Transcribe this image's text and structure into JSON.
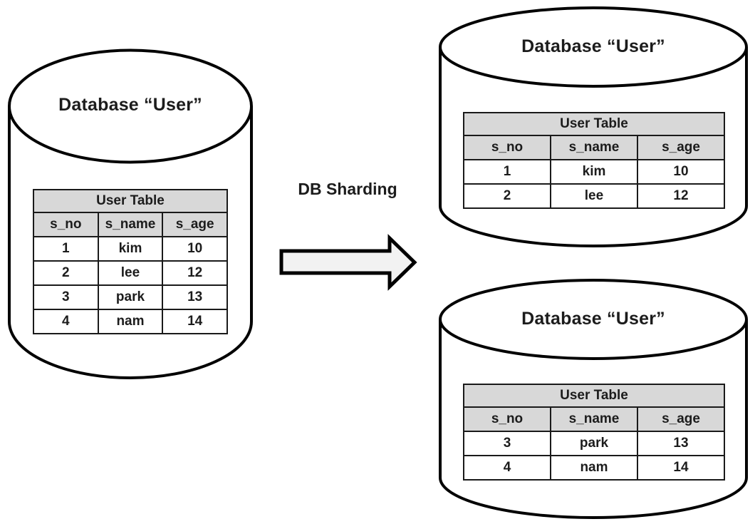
{
  "diagram_label": "DB Sharding",
  "colors": {
    "background": "#ffffff",
    "stroke": "#000000",
    "table_header_bg": "#d8d8d8",
    "arrow_fill": "#f2f2f2"
  },
  "source_db": {
    "title": "Database “User”",
    "table": {
      "title": "User Table",
      "columns": [
        "s_no",
        "s_name",
        "s_age"
      ],
      "rows": [
        [
          "1",
          "kim",
          "10"
        ],
        [
          "2",
          "lee",
          "12"
        ],
        [
          "3",
          "park",
          "13"
        ],
        [
          "4",
          "nam",
          "14"
        ]
      ]
    }
  },
  "shard1_db": {
    "title": "Database “User”",
    "table": {
      "title": "User Table",
      "columns": [
        "s_no",
        "s_name",
        "s_age"
      ],
      "rows": [
        [
          "1",
          "kim",
          "10"
        ],
        [
          "2",
          "lee",
          "12"
        ]
      ]
    }
  },
  "shard2_db": {
    "title": "Database “User”",
    "table": {
      "title": "User Table",
      "columns": [
        "s_no",
        "s_name",
        "s_age"
      ],
      "rows": [
        [
          "3",
          "park",
          "13"
        ],
        [
          "4",
          "nam",
          "14"
        ]
      ]
    }
  }
}
